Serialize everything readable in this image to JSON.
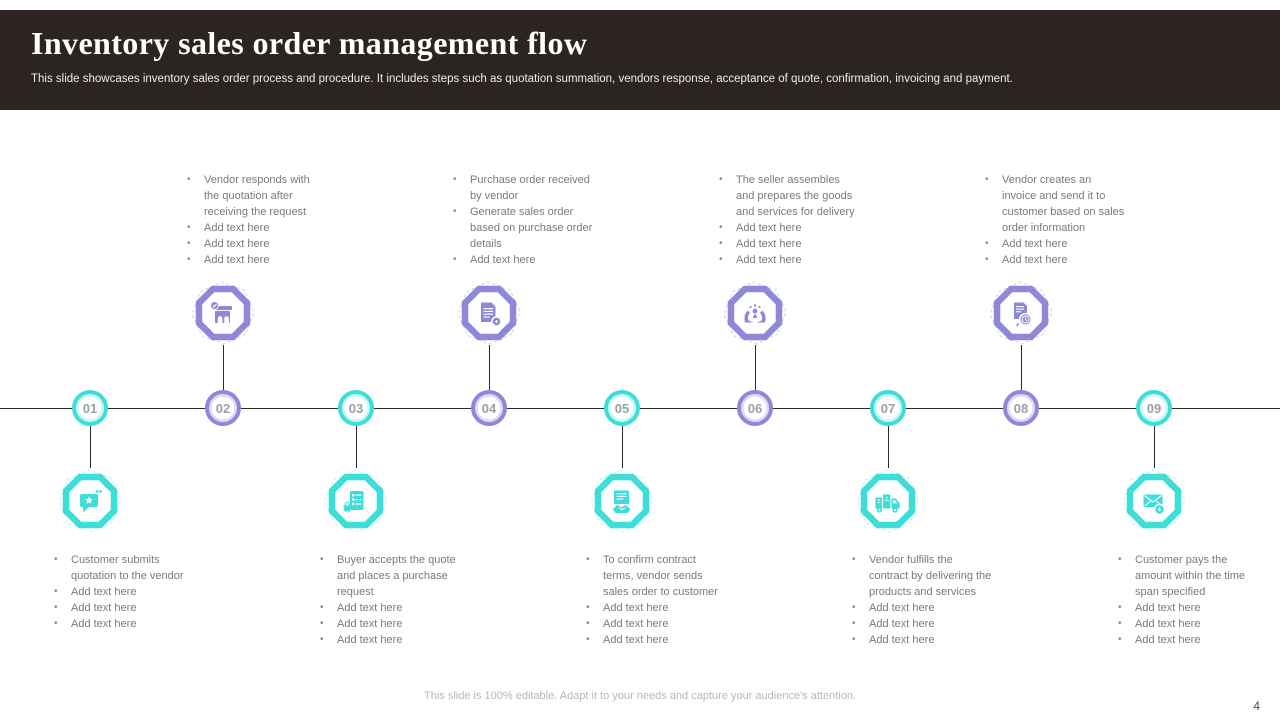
{
  "header": {
    "title": "Inventory sales order management flow",
    "subtitle": "This slide showcases inventory sales order process and procedure. It includes steps such as quotation summation, vendors response, acceptance of quote, confirmation, invoicing and payment."
  },
  "theme": {
    "teal": "#3eded8",
    "teal_light": "#b9f2ef",
    "purple": "#8f88d9",
    "purple_light": "#cfcbee",
    "header_bg": "#2c2420",
    "body_text": "#7a7a7a"
  },
  "steps": [
    {
      "number": "01",
      "side": "bottom",
      "color": "teal",
      "icon": "quotation-bubble-icon",
      "bullets": [
        "Customer submits quotation to the vendor",
        "Add text here",
        "Add text here",
        "Add text here"
      ]
    },
    {
      "number": "02",
      "side": "top",
      "color": "purple",
      "icon": "storefront-check-icon",
      "bullets": [
        "Vendor responds with the quotation after receiving the request",
        "Add text here",
        "Add text here",
        "Add text here"
      ]
    },
    {
      "number": "03",
      "side": "bottom",
      "color": "teal",
      "icon": "purchase-checklist-icon",
      "bullets": [
        "Buyer accepts the quote and places a purchase request",
        "Add text here",
        "Add text here",
        "Add text here"
      ]
    },
    {
      "number": "04",
      "side": "top",
      "color": "purple",
      "icon": "sales-order-document-icon",
      "bullets": [
        "Purchase order received by vendor",
        "Generate sales order based on purchase order details",
        "Add text here"
      ]
    },
    {
      "number": "05",
      "side": "bottom",
      "color": "teal",
      "icon": "contract-document-icon",
      "bullets": [
        "To confirm contract terms, vendor sends sales order to customer",
        "Add text here",
        "Add text here",
        "Add text here"
      ]
    },
    {
      "number": "06",
      "side": "top",
      "color": "purple",
      "icon": "hands-goods-icon",
      "bullets": [
        "The seller assembles and prepares the goods and services for delivery",
        "Add text here",
        "Add text here",
        "Add text here"
      ]
    },
    {
      "number": "07",
      "side": "bottom",
      "color": "teal",
      "icon": "delivery-truck-icon",
      "bullets": [
        "Vendor fulfills the contract by delivering the products and services",
        "Add text here",
        "Add text here",
        "Add text here"
      ]
    },
    {
      "number": "08",
      "side": "top",
      "color": "purple",
      "icon": "invoice-document-icon",
      "bullets": [
        "Vendor creates an invoice and send it to customer based on sales order information",
        "Add text here",
        "Add text here"
      ]
    },
    {
      "number": "09",
      "side": "bottom",
      "color": "teal",
      "icon": "payment-mail-icon",
      "bullets": [
        "Customer pays the amount within the time span specified",
        "Add text here",
        "Add text here",
        "Add text here"
      ]
    }
  ],
  "footer": {
    "note": "This slide is 100% editable. Adapt it to your needs and capture your audience's attention.",
    "page_number": "4"
  }
}
